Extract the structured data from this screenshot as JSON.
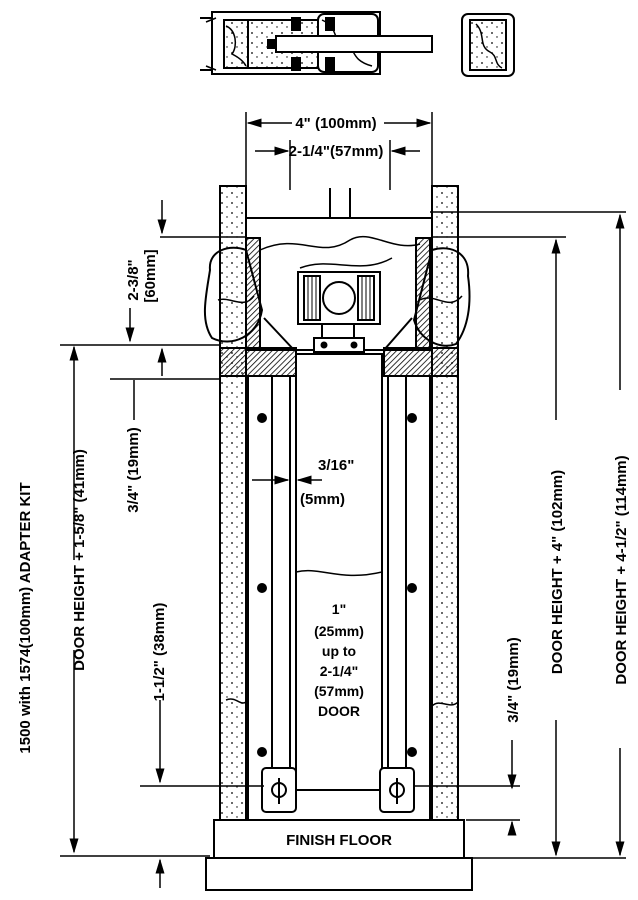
{
  "title_vertical": "1500 with 1574(100mm) ADAPTER KIT",
  "dims": {
    "top_width_outer": "4\" (100mm)",
    "top_width_inner": "2-1/4\"(57mm)",
    "header_height_in": "2-3/8\"",
    "header_height_mm": "[60mm]",
    "left_door_height_small": "DOOR HEIGHT + 1-5/8\" (41mm)",
    "left_three_quarter": "3/4\" (19mm)",
    "left_one_half": "1-1/2\" (38mm)",
    "gap_in": "3/16\"",
    "gap_mm": "(5mm)",
    "door_thickness": [
      "1\"",
      "(25mm)",
      "up to",
      "2-1/4\"",
      "(57mm)",
      "DOOR"
    ],
    "right_three_quarter": "3/4\" (19mm)",
    "door_height_plus_4": "DOOR HEIGHT + 4\" (102mm)",
    "door_height_plus_4_5": "DOOR HEIGHT + 4-1/2\" (114mm)",
    "finish_floor": "FINISH FLOOR"
  }
}
